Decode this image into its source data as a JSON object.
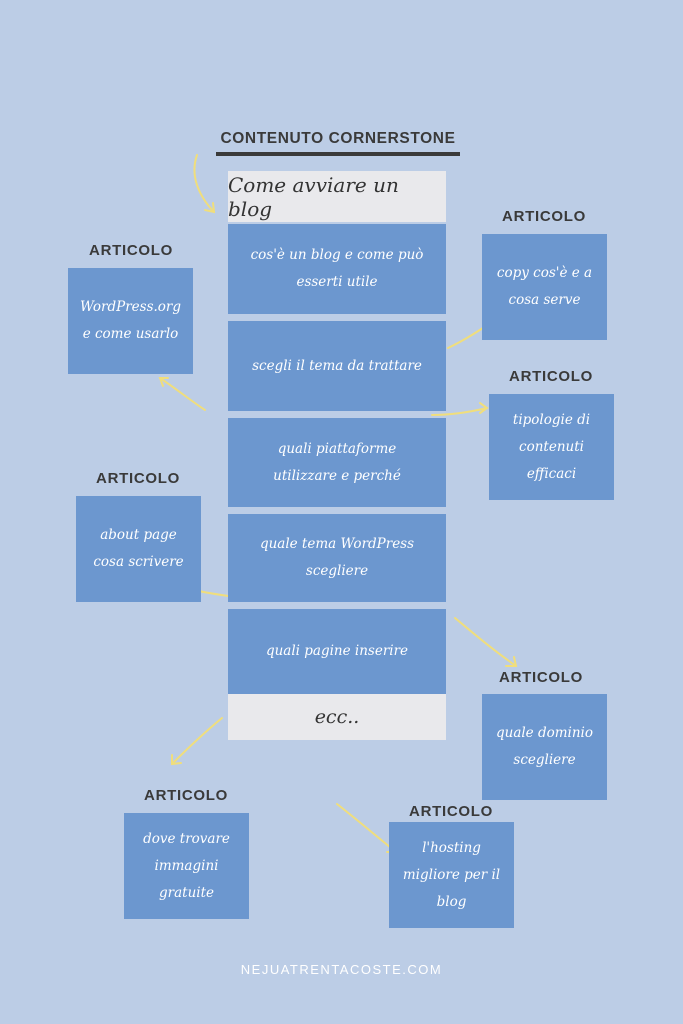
{
  "title": "CONTENUTO CORNERSTONE",
  "column": {
    "head": "Come avviare un blog",
    "steps": [
      "cos'è un blog e come può esserti utile",
      "scegli il tema da trattare",
      "quali piattaforme utilizzare e perché",
      "quale tema WordPress scegliere",
      "quali pagine inserire"
    ],
    "foot": "ecc.."
  },
  "articles": [
    {
      "label": "ARTICOLO",
      "text": "WordPress.org e come usarlo"
    },
    {
      "label": "ARTICOLO",
      "text": "copy cos'è e a cosa serve"
    },
    {
      "label": "ARTICOLO",
      "text": "tipologie di contenuti efficaci"
    },
    {
      "label": "ARTICOLO",
      "text": "about page cosa scrivere"
    },
    {
      "label": "ARTICOLO",
      "text": "quale dominio scegliere"
    },
    {
      "label": "ARTICOLO",
      "text": "dove trovare immagini gratuite"
    },
    {
      "label": "ARTICOLO",
      "text": "l'hosting migliore per il blog"
    }
  ],
  "footer": "NEJUATRENTACOSTE.COM",
  "colors": {
    "background": "#bccde6",
    "box": "#6c97cf",
    "header": "#e9e9ec",
    "arrow": "#f0de7c",
    "text_dark": "#3a3a3a"
  }
}
